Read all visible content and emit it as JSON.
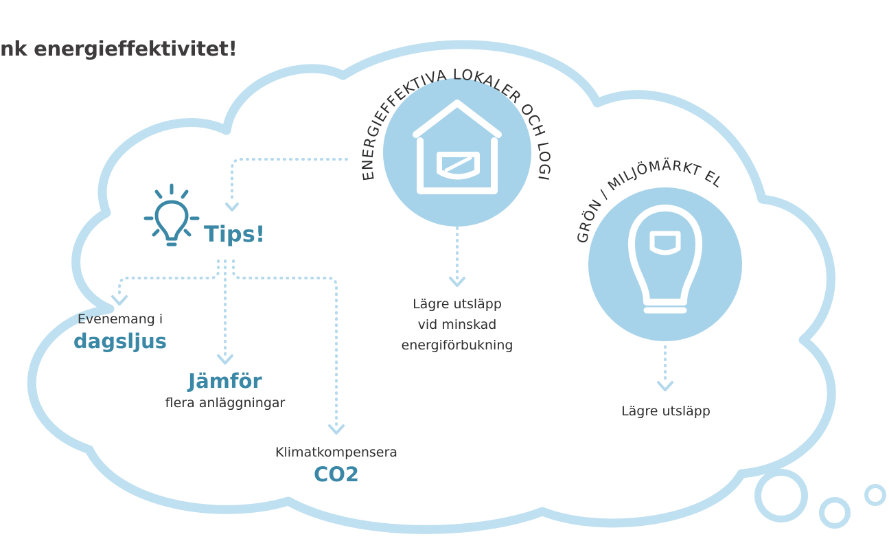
{
  "heading": "nk energieffektivitet!",
  "tips": "Tips!",
  "top_circle_arc": "ENERGIEFFEKTIVA LOKALER OCH LOGI",
  "right_circle_arc": "GRÖN / MILJÖMÄRKT EL",
  "top_result": [
    "Lägre utsläpp",
    "vid minskad",
    "energiförbukning"
  ],
  "right_result": "Lägre utsläpp",
  "tip1": {
    "line1": "Evenemang i",
    "line2": "dagsljus"
  },
  "tip2": {
    "line1": "Jämför",
    "line2": "flera anläggningar"
  },
  "tip3": {
    "line1": "Klimatkompensera",
    "line2": "CO2"
  },
  "colors": {
    "cloud": "#bfe0f0",
    "circle": "#a7d3ea",
    "accent": "#3a88a6",
    "dots": "#b5d9ec"
  },
  "icons": [
    "house-leaf-icon",
    "lightbulb-leaf-icon",
    "idea-bulb-icon"
  ]
}
